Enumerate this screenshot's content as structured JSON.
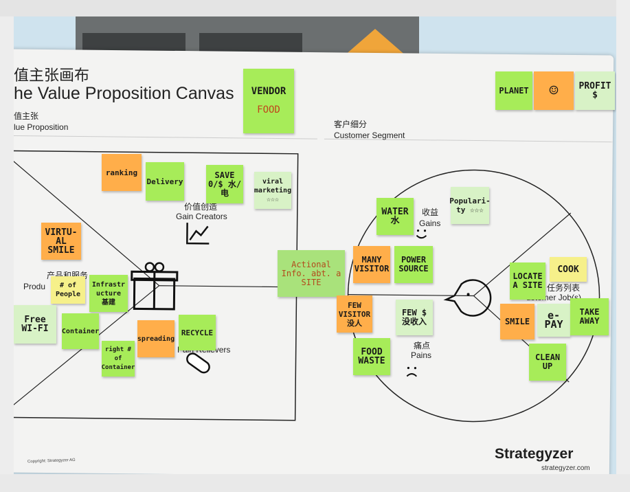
{
  "canvas": {
    "title_cn": "值主张画布",
    "title_en": "he Value Proposition Canvas",
    "value_prop_cn": "值主张",
    "value_prop_en": "lue Proposition",
    "segment_cn": "客户细分",
    "segment_en": "Customer Segment",
    "gain_creators_cn": "价值创造",
    "gain_creators_en": "Gain Creators",
    "products_cn": "产品和服务",
    "products_en": "Produ",
    "pain_relievers": "Pain Relievers",
    "gains_cn": "收益",
    "gains_en": "Gains",
    "pains_cn": "痛点",
    "pains_en": "Pains",
    "jobs_cn": "任务列表",
    "jobs_en": "ustomer Job(s)",
    "copyright": "Copyright: Strategyzer AG",
    "brand": "Strategyzer",
    "brand_url": "strategyzer.com"
  },
  "stickies": {
    "vendor": "VENDOR",
    "food": "FOOD",
    "planet": "PLANET",
    "smiley": "☺",
    "profit": "PROFIT $",
    "ranking": "ranking",
    "delivery": "Delivery",
    "save": "SAVE 0/$ 水/电",
    "viral": "viral marketing ☆☆☆",
    "virtual": "VIRTU- AL SMILE",
    "people": "# of People",
    "infra": "Infrastr ucture 基建",
    "actional": "Actional Info. abt. a SITE",
    "freewifi": "Free WI-FI",
    "container": "Container",
    "spreading": "spreading",
    "recycle": "RECYCLE",
    "rightcontainer": "right # of Container",
    "water": "WATER 水",
    "popularity": "Populari- ty ☆☆☆",
    "manyvisitor": "MANY VISITOR",
    "power": "POWER SOURCE",
    "fewvisitor": "FEW VISITOR 没人",
    "few": "FEW $ 没收入",
    "foodwaste": "FOOD WASTE",
    "locate": "LOCATE A SITE",
    "cook": "COOK",
    "smile": "SMILE",
    "epay": "e-PAY",
    "takeaway": "TAKE AWAY",
    "cleanup": "CLEAN UP"
  }
}
